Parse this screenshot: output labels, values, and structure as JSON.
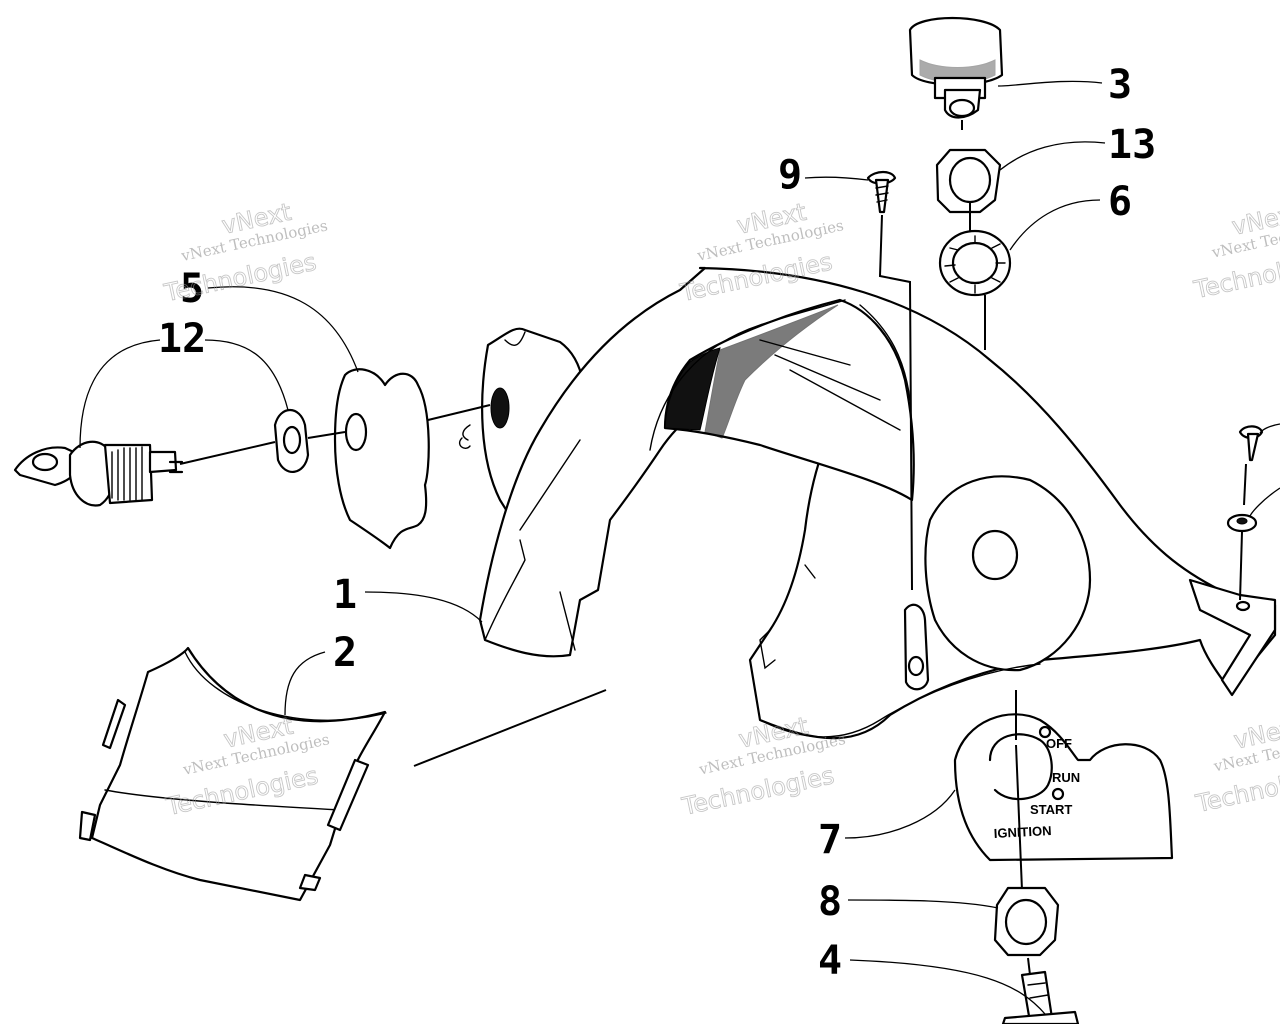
{
  "callouts": [
    {
      "id": "1",
      "label": "1"
    },
    {
      "id": "2",
      "label": "2"
    },
    {
      "id": "3",
      "label": "3"
    },
    {
      "id": "4",
      "label": "4"
    },
    {
      "id": "5",
      "label": "5"
    },
    {
      "id": "6",
      "label": "6"
    },
    {
      "id": "7",
      "label": "7"
    },
    {
      "id": "8",
      "label": "8"
    },
    {
      "id": "9",
      "label": "9"
    },
    {
      "id": "12",
      "label": "12"
    },
    {
      "id": "13",
      "label": "13"
    }
  ],
  "ignition_plate": {
    "off": "OFF",
    "run": "RUN",
    "start": "START",
    "ignition": "IGNITION"
  },
  "watermark": {
    "line1": "vNext Technologies",
    "line2": "vNext",
    "line3": "Technologies"
  }
}
